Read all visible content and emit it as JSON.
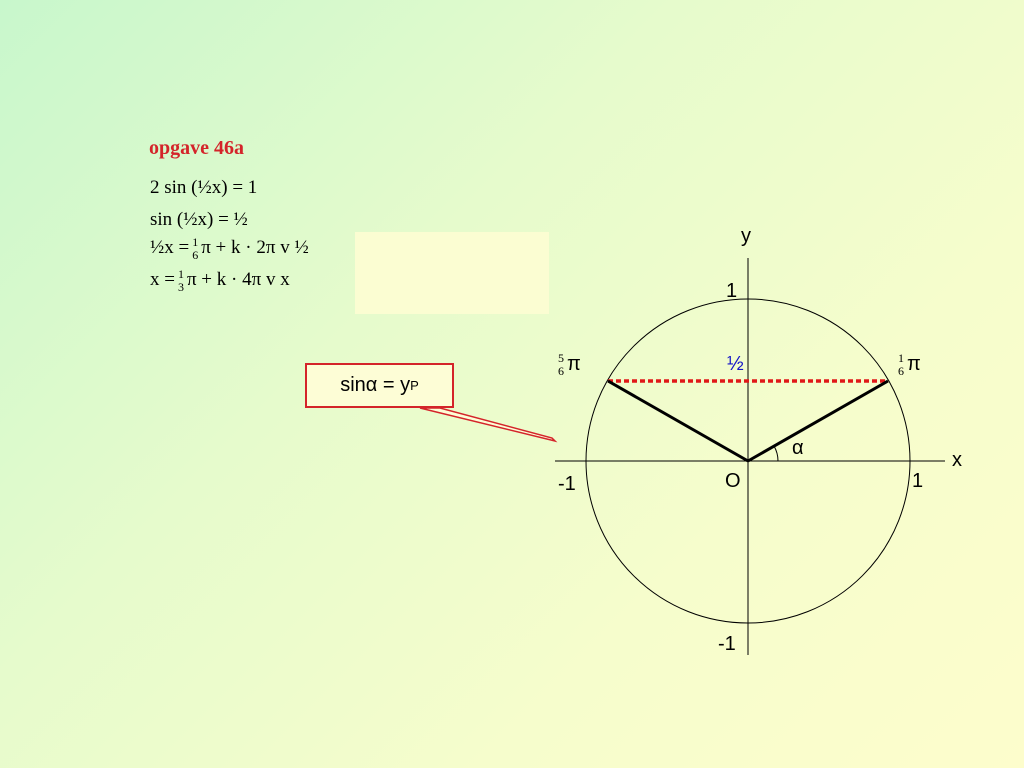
{
  "title": "opgave 46a",
  "equations": {
    "line1": "2 sin (½x) = 1",
    "line2": "sin (½x) = ½",
    "line3": {
      "lhs": "½x =",
      "frac_num": "1",
      "frac_den": "6",
      "rest": "π + k · 2π  v  ½"
    },
    "line4": {
      "lhs": "x =",
      "frac_num": "1",
      "frac_den": "3",
      "rest": "π  + k · 4π  v  x"
    }
  },
  "callout": {
    "text": "sinα = y",
    "subscript": "P"
  },
  "diagram": {
    "y_axis_label": "y",
    "x_axis_label": "x",
    "origin_label": "O",
    "top_label": "1",
    "bottom_label": "-1",
    "right_label": "1",
    "left_label": "-1",
    "half_label": "½",
    "angle_label": "α",
    "right_point": {
      "num": "1",
      "den": "6",
      "suffix": "π"
    },
    "left_point": {
      "num": "5",
      "den": "6",
      "suffix": "π"
    },
    "colors": {
      "dashed": "#e01818",
      "half": "#1414c8",
      "callout_border": "#d4242a"
    }
  }
}
